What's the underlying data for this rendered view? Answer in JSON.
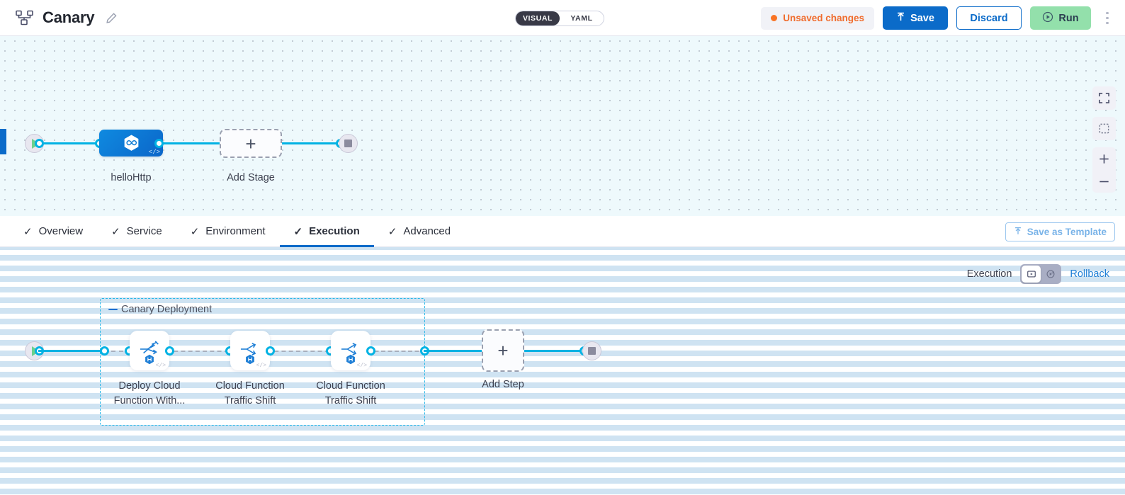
{
  "header": {
    "pipeline_icon": "pipeline-nodes-icon",
    "title": "Canary",
    "edit_icon": "pencil-edit-icon",
    "view_toggle": {
      "visual": "VISUAL",
      "yaml": "YAML",
      "selected": "VISUAL"
    },
    "unsaved_label": "Unsaved changes",
    "unsaved_color": "#f97324",
    "save_label": "Save",
    "discard_label": "Discard",
    "run_label": "Run",
    "more_icon": "kebab-menu-icon",
    "accent_blue": "#0b6bc9",
    "run_green": "#93e0ab"
  },
  "top_canvas": {
    "start_icon": "play-start-icon",
    "end_icon": "stop-end-icon",
    "stage": {
      "label": "helloHttp",
      "icon": "hexagon-infinity-icon",
      "code_glyph": "</>"
    },
    "add_stage": {
      "label": "Add Stage",
      "icon": "plus-icon"
    },
    "controls": [
      {
        "name": "fullscreen-icon",
        "label": ""
      },
      {
        "name": "select-area-icon",
        "label": ""
      },
      {
        "name": "zoom-in-icon",
        "label": "+"
      },
      {
        "name": "zoom-out-icon",
        "label": "−"
      }
    ]
  },
  "tabs": {
    "items": [
      {
        "label": "Overview",
        "checked": true,
        "active": false
      },
      {
        "label": "Service",
        "checked": true,
        "active": false
      },
      {
        "label": "Environment",
        "checked": true,
        "active": false
      },
      {
        "label": "Execution",
        "checked": true,
        "active": true
      },
      {
        "label": "Advanced",
        "checked": true,
        "active": false
      }
    ],
    "check_glyph": "✓",
    "save_as_template": {
      "label": "Save as Template",
      "icon": "upload-template-icon"
    }
  },
  "execution": {
    "exec_label": "Execution",
    "toggle": {
      "left_icon": "execution-view-icon",
      "right_icon": "rollback-view-icon",
      "selected": "left"
    },
    "rollback_label": "Rollback",
    "group": {
      "title": "Canary Deployment",
      "collapse_icon": "collapse-dash-icon"
    },
    "start_icon": "play-start-icon",
    "end_icon": "stop-end-icon",
    "steps": [
      {
        "label": "Deploy Cloud\nFunction With...",
        "line1": "Deploy Cloud",
        "line2": "Function With...",
        "icon": "deploy-function-icon",
        "badge": "harness-hexagon-badge",
        "code_glyph": "</>"
      },
      {
        "label": "Cloud Function\nTraffic Shift",
        "line1": "Cloud Function",
        "line2": "Traffic Shift",
        "icon": "traffic-shift-icon",
        "badge": "harness-hexagon-badge",
        "code_glyph": "</>"
      },
      {
        "label": "Cloud Function\nTraffic Shift",
        "line1": "Cloud Function",
        "line2": "Traffic Shift",
        "icon": "traffic-shift-icon",
        "badge": "harness-hexagon-badge",
        "code_glyph": "</>"
      }
    ],
    "add_step": {
      "label": "Add Step",
      "icon": "plus-icon"
    }
  }
}
